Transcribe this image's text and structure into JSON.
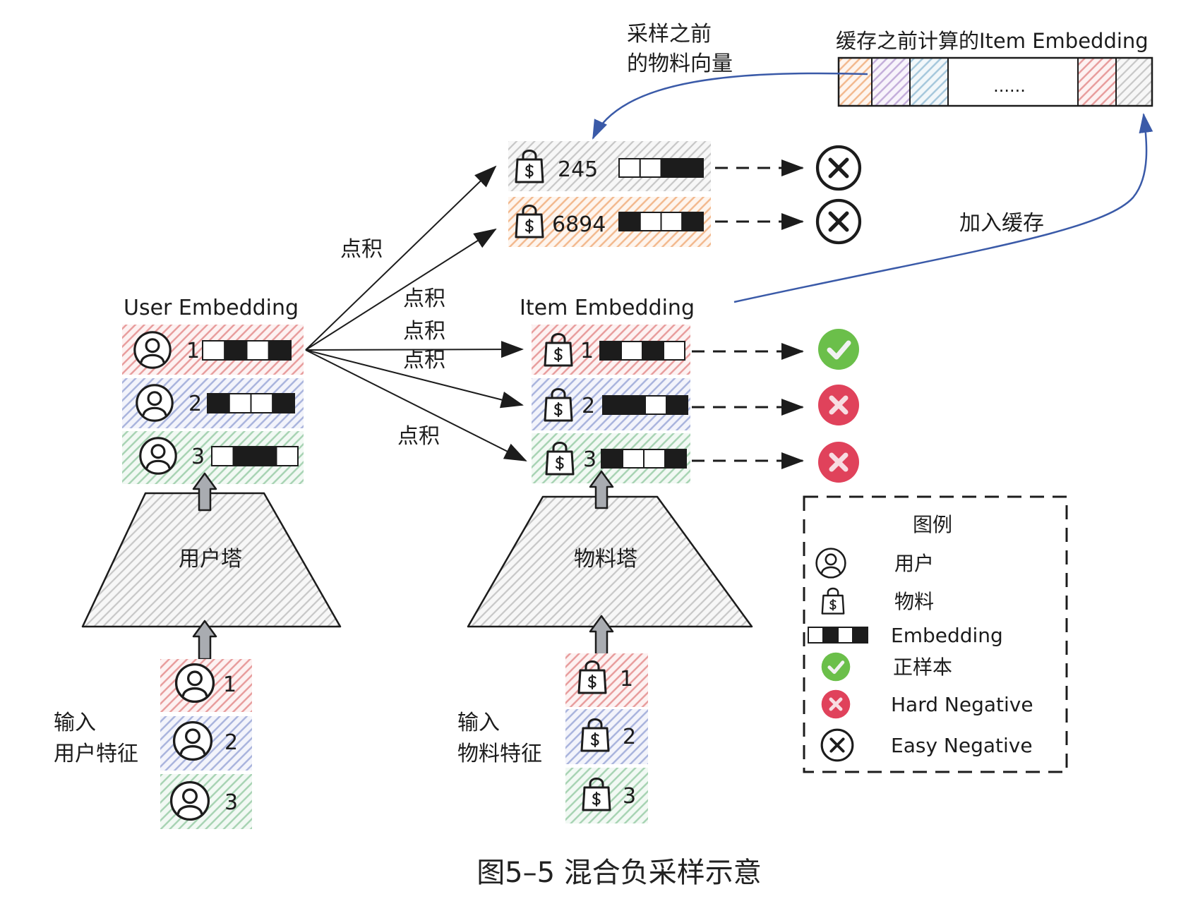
{
  "caption": "图5–5 混合负采样示意",
  "colors": {
    "pink": "#e79a9a",
    "pink_bg": "#fdf2f2",
    "blue": "#a7b2dc",
    "blue_bg": "#f3f4fb",
    "green": "#a5d2b1",
    "green_bg": "#f2f9f4",
    "orange": "#f2b78b",
    "orange_bg": "#fef5ee",
    "gray": "#c7c7c7",
    "gray_bg": "#f7f7f7",
    "purple": "#c2acd9",
    "purple_bg": "#f8f4fb",
    "lightblue": "#a3c6db",
    "lightblue_bg": "#f2f7fa",
    "positive": "#6bbf4a",
    "hard_negative": "#e0425b",
    "cache_arrow": "#3a5aa8",
    "ink": "#1c1c1c"
  },
  "cache": {
    "title": "缓存之前计算的Item Embedding",
    "ellipsis": "......"
  },
  "labels": {
    "before_sampling": [
      "采样之前",
      "的物料向量"
    ],
    "add_to_cache": "加入缓存",
    "dot_product": [
      "点积",
      "点积",
      "点积",
      "点积",
      "点积"
    ]
  },
  "easy_negatives": [
    {
      "id": "245",
      "pattern": [
        0,
        0,
        1,
        1
      ],
      "result_icon": "x-circle-icon"
    },
    {
      "id": "6894",
      "pattern": [
        1,
        0,
        0,
        1
      ],
      "result_icon": "x-circle-icon"
    }
  ],
  "user_embedding": {
    "title": "User Embedding",
    "rows": [
      {
        "id": "1",
        "pattern": [
          0,
          1,
          0,
          1
        ]
      },
      {
        "id": "2",
        "pattern": [
          1,
          0,
          0,
          1
        ]
      },
      {
        "id": "3",
        "pattern": [
          0,
          1,
          1,
          0
        ]
      }
    ]
  },
  "item_embedding": {
    "title": "Item Embedding",
    "rows": [
      {
        "id": "1",
        "pattern": [
          1,
          0,
          1,
          0
        ],
        "result_icon": "check-circle-icon"
      },
      {
        "id": "2",
        "pattern": [
          1,
          1,
          0,
          1
        ],
        "result_icon": "red-x-circle-icon"
      },
      {
        "id": "3",
        "pattern": [
          1,
          0,
          0,
          1
        ],
        "result_icon": "red-x-circle-icon"
      }
    ]
  },
  "user_tower": "用户塔",
  "item_tower": "物料塔",
  "user_input": {
    "label": [
      "输入",
      "用户特征"
    ],
    "ids": [
      "1",
      "2",
      "3"
    ]
  },
  "item_input": {
    "label": [
      "输入",
      "物料特征"
    ],
    "ids": [
      "1",
      "2",
      "3"
    ]
  },
  "legend": {
    "title": "图例",
    "items": [
      {
        "icon": "user-icon",
        "label": "用户"
      },
      {
        "icon": "bag-icon",
        "label": "物料"
      },
      {
        "icon": "embedding-bar",
        "label": "Embedding",
        "pattern": [
          0,
          1,
          0,
          1
        ]
      },
      {
        "icon": "check-circle-icon",
        "label": "正样本"
      },
      {
        "icon": "red-x-circle-icon",
        "label": "Hard Negative"
      },
      {
        "icon": "x-circle-icon",
        "label": "Easy Negative"
      }
    ]
  }
}
